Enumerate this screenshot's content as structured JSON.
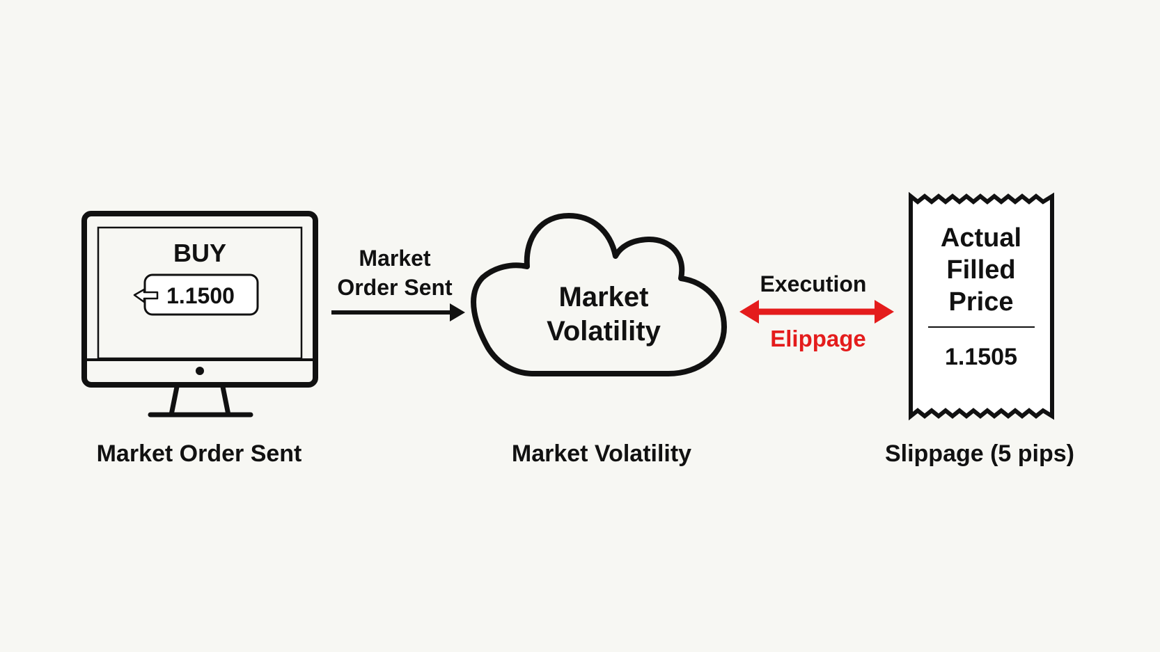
{
  "colors": {
    "ink": "#111111",
    "accent": "#e41c1c",
    "background": "#f7f7f3"
  },
  "monitor": {
    "buy_label": "BUY",
    "price": "1.1500",
    "icon": "cursor-arrow-icon"
  },
  "arrow_one": {
    "line1": "Market",
    "line2": "Order Sent"
  },
  "cloud": {
    "line1": "Market",
    "line2": "Volatility"
  },
  "arrow_two": {
    "top_label": "Execution",
    "bottom_label": "Elippage"
  },
  "receipt": {
    "line1": "Actual",
    "line2": "Filled",
    "line3": "Price",
    "price": "1.1505"
  },
  "captions": {
    "left": "Market Order Sent",
    "middle": "Market Volatility",
    "right": "Slippage (5 pips)"
  }
}
